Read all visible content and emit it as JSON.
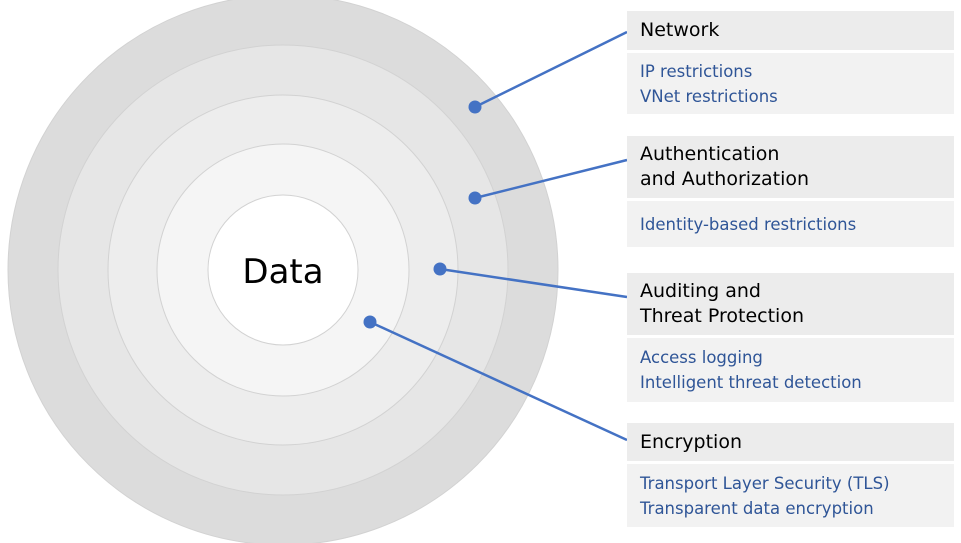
{
  "diagram": {
    "center_label": "Data",
    "colors": {
      "ring_outer": "#dcdcdc",
      "ring_2": "#e6e6e6",
      "ring_3": "#ededed",
      "ring_4": "#f5f5f5",
      "core": "#ffffff",
      "connector": "#4472c4",
      "body_text": "#2f5597"
    },
    "layers": [
      {
        "title_lines": [
          "Network"
        ],
        "items": [
          "IP restrictions",
          "VNet restrictions"
        ]
      },
      {
        "title_lines": [
          "Authentication",
          "and Authorization"
        ],
        "items": [
          "Identity-based restrictions"
        ]
      },
      {
        "title_lines": [
          "Auditing and",
          "Threat Protection"
        ],
        "items": [
          "Access logging",
          "Intelligent threat detection"
        ]
      },
      {
        "title_lines": [
          "Encryption"
        ],
        "items": [
          "Transport Layer Security (TLS)",
          "Transparent data encryption"
        ]
      }
    ]
  }
}
